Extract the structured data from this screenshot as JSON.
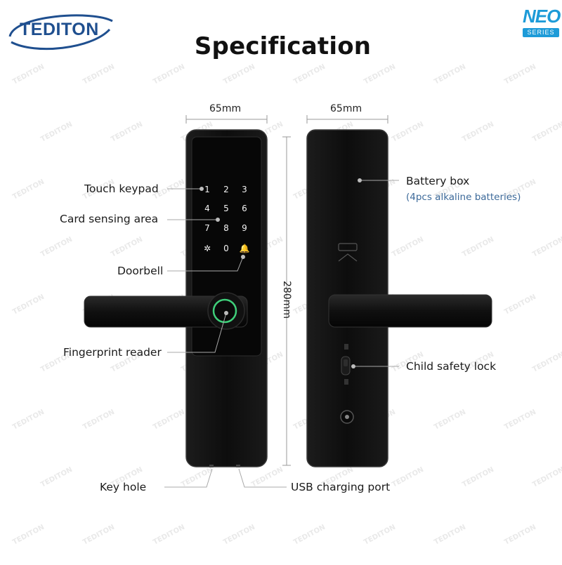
{
  "brand": {
    "logo_text": "TEDITON",
    "series_badge_top": "NEO",
    "series_badge_bottom": "SERIES",
    "accent_color": "#1f4f8f",
    "badge_color": "#1d9bd8",
    "watermark_text": "TEDITON"
  },
  "page": {
    "title": "Specification"
  },
  "dimensions": {
    "front_width": "65mm",
    "back_width": "65mm",
    "height": "280mm"
  },
  "callouts": {
    "touch_keypad": "Touch keypad",
    "card_sensing_area": "Card sensing area",
    "doorbell": "Doorbell",
    "fingerprint_reader": "Fingerprint reader",
    "key_hole": "Key hole",
    "usb_charging_port": "USB charging port",
    "battery_box": "Battery box",
    "battery_note": "(4pcs alkaline batteries)",
    "child_safety_lock": "Child safety lock"
  },
  "keypad": {
    "keys": [
      "1",
      "2",
      "3",
      "4",
      "5",
      "6",
      "7",
      "8",
      "9",
      "✲",
      "0",
      "🔔"
    ]
  }
}
